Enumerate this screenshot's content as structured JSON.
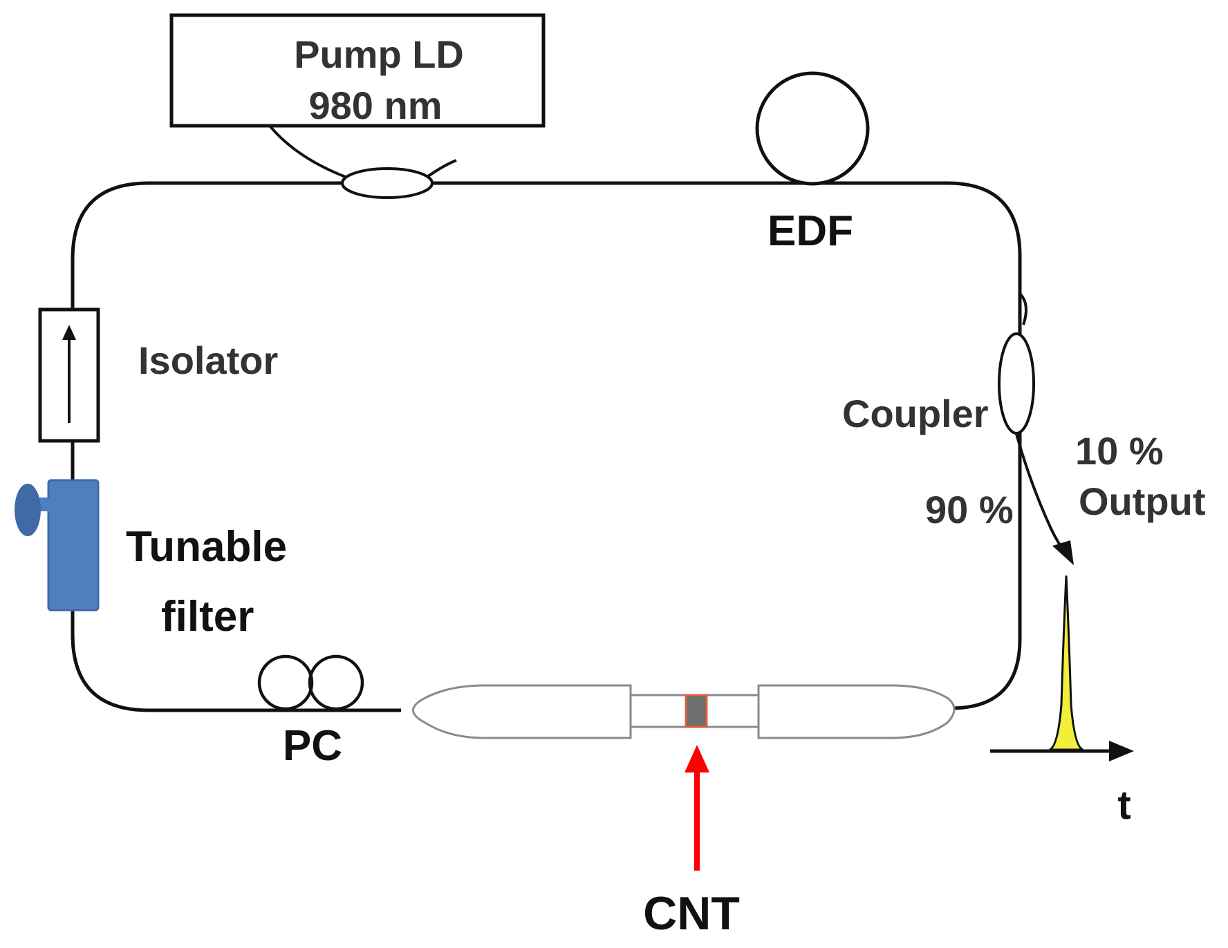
{
  "labels": {
    "pump_line1": "Pump LD",
    "pump_line2": "980 nm",
    "edf": "EDF",
    "isolator": "Isolator",
    "coupler": "Coupler",
    "output_pct": "10 %",
    "output": "Output",
    "loop_pct": "90 %",
    "filter_line1": "Tunable",
    "filter_line2": "filter",
    "pc": "PC",
    "cnt": "CNT",
    "time_axis": "t"
  },
  "colors": {
    "fiber": "#111111",
    "filter": "#4f7fbe",
    "filter_knob": "#3f6aa6",
    "cnt_arrow": "#ff0000",
    "cnt_sample": "#6e6e6e",
    "cnt_border": "#e06040",
    "pulse_fill": "#f2ee3c",
    "connector": "#8a8a8a"
  }
}
